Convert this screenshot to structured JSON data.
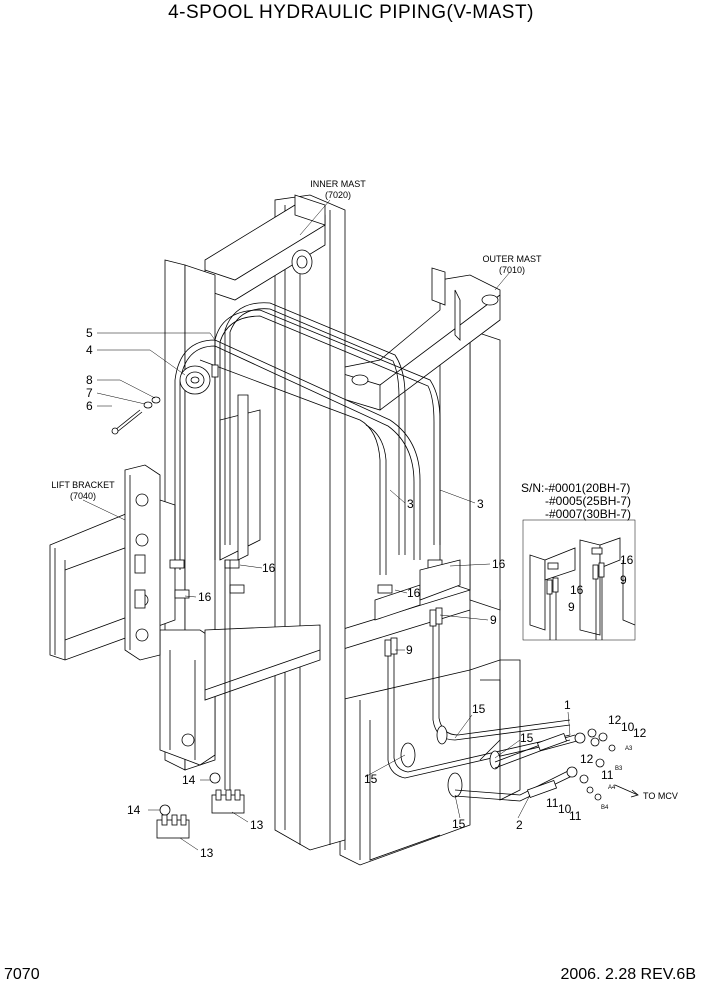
{
  "title": "4-SPOOL HYDRAULIC PIPING(V-MAST)",
  "page_number": "7070",
  "revision": "2006. 2.28  REV.6B",
  "assembly_labels": {
    "inner_mast": "INNER MAST",
    "inner_mast_code": "(7020)",
    "outer_mast": "OUTER MAST",
    "outer_mast_code": "(7010)",
    "lift_bracket": "LIFT BRACKET",
    "lift_bracket_code": "(7040)"
  },
  "serial_note": {
    "line1": "S/N:-#0001(20BH-7)",
    "line2": "-#0005(25BH-7)",
    "line3": "-#0007(30BH-7)"
  },
  "to_mcv": "TO MCV",
  "port_labels": [
    "A3",
    "B3",
    "A4",
    "B4"
  ],
  "callouts": [
    "1",
    "2",
    "3",
    "4",
    "5",
    "6",
    "7",
    "8",
    "9",
    "10",
    "11",
    "12",
    "13",
    "14",
    "15",
    "16"
  ]
}
